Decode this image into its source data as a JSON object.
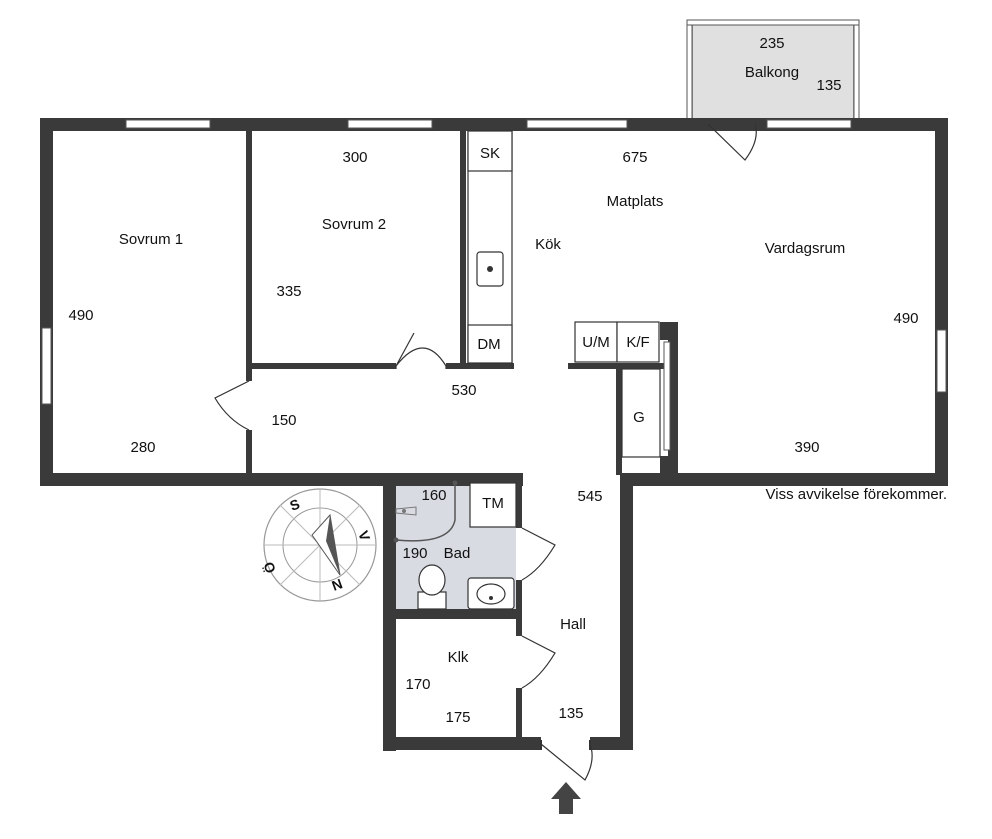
{
  "rooms": {
    "bedroom1": {
      "name": "Sovrum 1",
      "height": "490",
      "width": "280"
    },
    "bedroom2": {
      "name": "Sovrum 2",
      "width": "300",
      "height": "335"
    },
    "kitchen": {
      "name": "Kök",
      "dining": "Matplats",
      "width": "675"
    },
    "living": {
      "name": "Vardagsrum",
      "height": "490",
      "width": "390"
    },
    "balcony": {
      "name": "Balkong",
      "width": "235",
      "depth": "135"
    },
    "corridor": {
      "width": "530",
      "depth": "150"
    },
    "bathroom": {
      "name": "Bad",
      "width": "160",
      "depth": "190"
    },
    "closet": {
      "name": "Klk",
      "height": "170",
      "width": "175"
    },
    "hall": {
      "name": "Hall",
      "length": "545",
      "width": "135"
    }
  },
  "fixtures": {
    "sk": "SK",
    "dm": "DM",
    "um": "U/M",
    "kf": "K/F",
    "g": "G",
    "tm": "TM"
  },
  "compass": {
    "s": "S",
    "v": "V",
    "n": "N",
    "o": "Ö"
  },
  "disclaimer": "Viss avvikelse förekommer.",
  "colors": {
    "wall": "#3a3a3a",
    "balcony": "#e0e0e0",
    "bathroom": "#d9dbe3"
  }
}
